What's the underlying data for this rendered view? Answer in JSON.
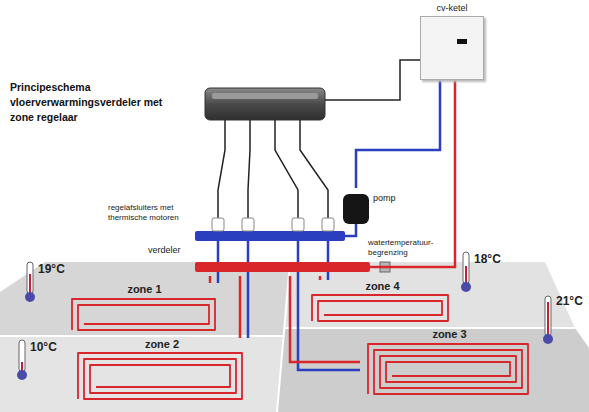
{
  "diagram": {
    "title": "Principeschema vloerverwarmingsverdeler met zone regelaar",
    "nodes": [
      {
        "text": [
          "cv-ketel"
        ]
      },
      {
        "text": [
          "pomp"
        ]
      },
      {
        "text": [
          "verdeler"
        ]
      },
      {
        "text": [
          "zone 1"
        ]
      },
      {
        "text": [
          "zone 4"
        ]
      },
      {
        "text": [
          "zone 2"
        ]
      },
      {
        "text": [
          "zone 3"
        ]
      }
    ],
    "edges": [
      {
        "from": 0,
        "to": 2,
        "arrow": "none"
      },
      {
        "from": 1,
        "to": 0,
        "arrow": "none"
      },
      {
        "from": 2,
        "to": 3,
        "arrow": "none"
      },
      {
        "from": 2,
        "to": 5,
        "arrow": "none"
      },
      {
        "from": 2,
        "to": 4,
        "arrow": "none"
      },
      {
        "from": 2,
        "to": 6,
        "arrow": "none"
      }
    ],
    "labels": [
      "regelafsluiters met thermische motoren",
      "watertemperatuur- begrenzing",
      "19°C",
      "18°C",
      "21°C",
      "10°C"
    ]
  }
}
